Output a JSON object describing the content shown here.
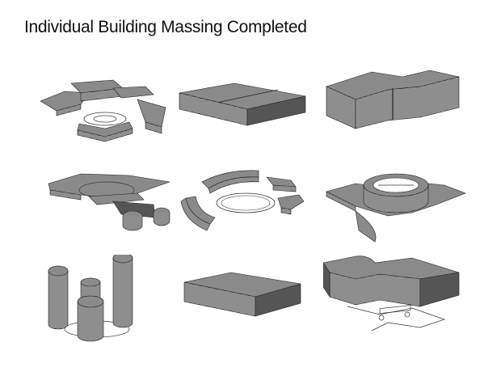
{
  "title": "Individual Building Massing Completed",
  "colors": {
    "background": "#ffffff",
    "top": "#8a8a8a",
    "side_light": "#b5b5b5",
    "side_dark": "#555555",
    "edge": "#222222",
    "hatch": "#333333"
  },
  "massing_models": [
    {
      "icon": "clustered-plinth-with-ring-plan"
    },
    {
      "icon": "layered-flat-slab"
    },
    {
      "icon": "curved-long-block"
    },
    {
      "icon": "spread-plan-with-cylinder-towers"
    },
    {
      "icon": "ring-segment-pavilions"
    },
    {
      "icon": "ring-courtyard-on-winged-plinth"
    },
    {
      "icon": "cylindrical-tower-cluster"
    },
    {
      "icon": "low-rectangular-slab"
    },
    {
      "icon": "stepped-stack-with-site-plan"
    }
  ]
}
